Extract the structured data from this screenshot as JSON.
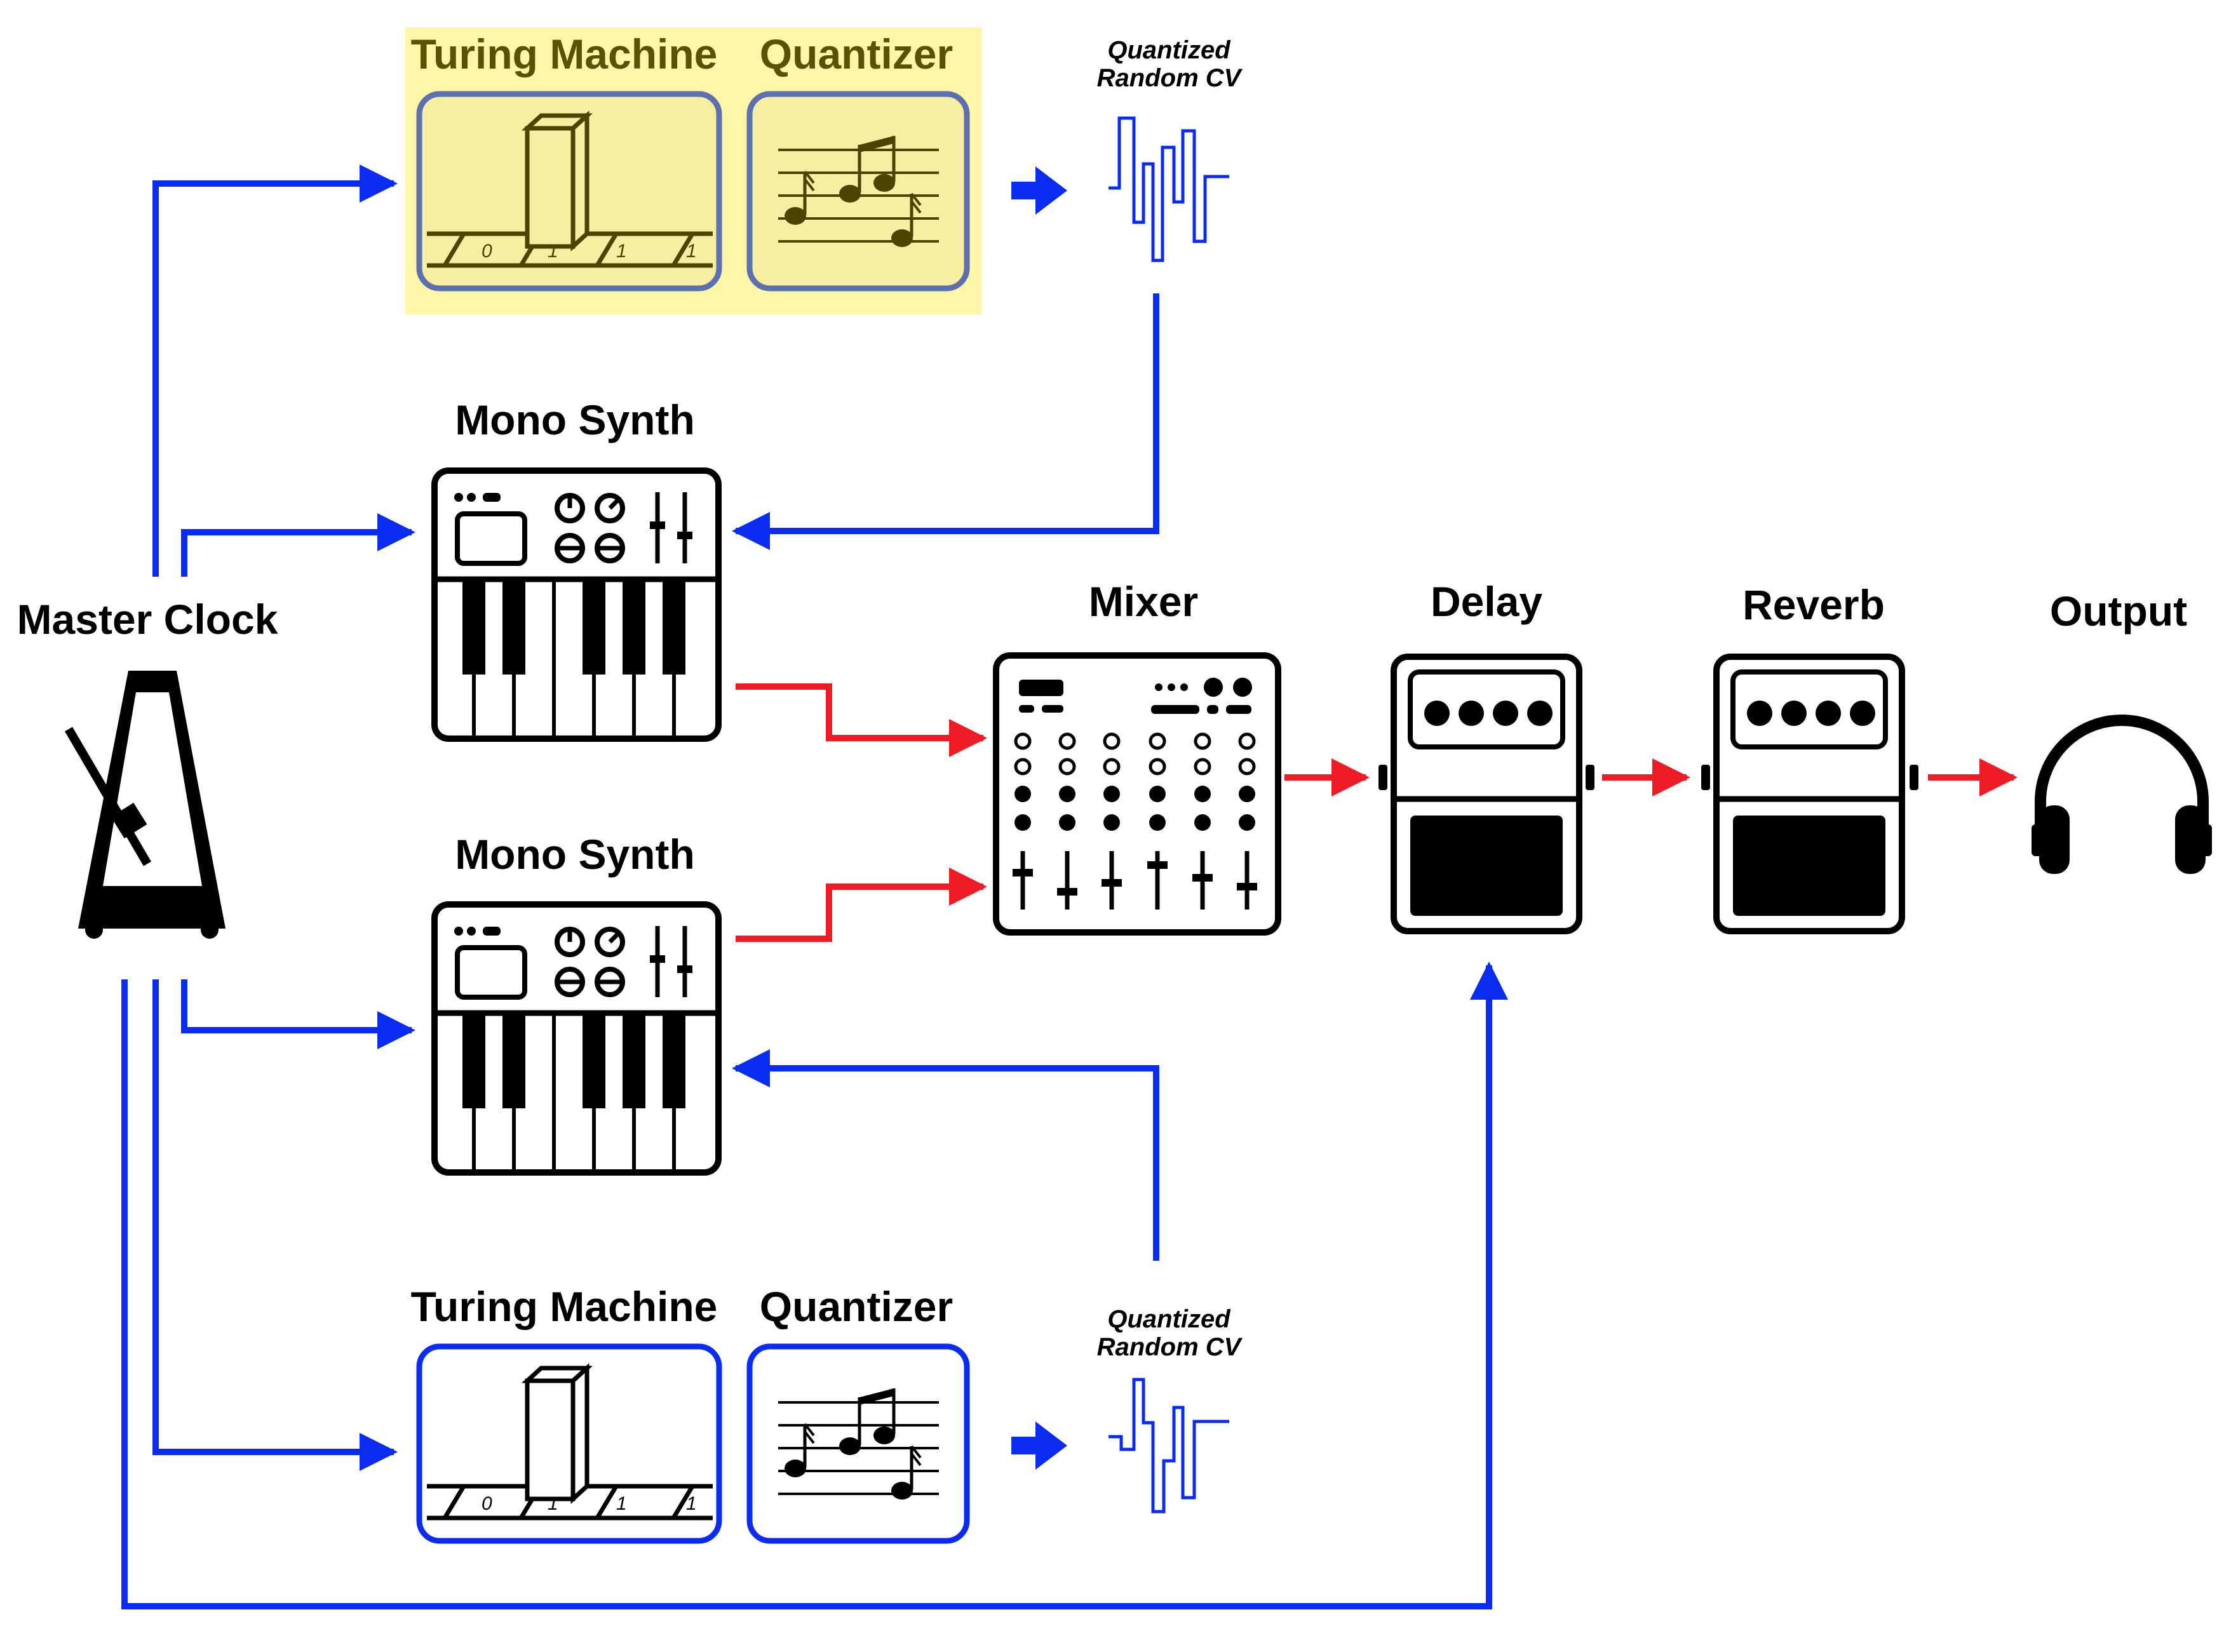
{
  "colors": {
    "clock_wire": "#0a2cf0",
    "audio_wire": "#ee1c24",
    "highlight_bg": "#fdf6a8",
    "highlight_module_bg": "#f6eea0",
    "highlight_border": "#5c6fae",
    "highlight_glyph": "#4a4400",
    "module_border_normal": "#0a2cf0"
  },
  "icons": {
    "metronome": "metronome-icon",
    "turing_machine": "turing-machine-icon",
    "quantizer": "music-notes-icon",
    "random_cv": "stepped-waveform-icon",
    "synth": "keyboard-synth-icon",
    "mixer": "mixer-icon",
    "delay": "effects-pedal-icon",
    "reverb": "effects-pedal-icon",
    "output": "headphones-icon"
  },
  "labels": {
    "master_clock": "Master Clock",
    "turing_machine_top": "Turing Machine",
    "quantizer_top": "Quantizer",
    "cv_top_line1": "Quantized",
    "cv_top_line2": "Random CV",
    "mono_synth_top": "Mono Synth",
    "mono_synth_bottom": "Mono Synth",
    "turing_machine_bottom": "Turing Machine",
    "quantizer_bottom": "Quantizer",
    "cv_bottom_line1": "Quantized",
    "cv_bottom_line2": "Random CV",
    "mixer": "Mixer",
    "delay": "Delay",
    "reverb": "Reverb",
    "output": "Output"
  },
  "turing_tape_bits": [
    "0",
    "1",
    "1",
    "1"
  ],
  "highlighted_module_group": "top Turing Machine + Quantizer"
}
